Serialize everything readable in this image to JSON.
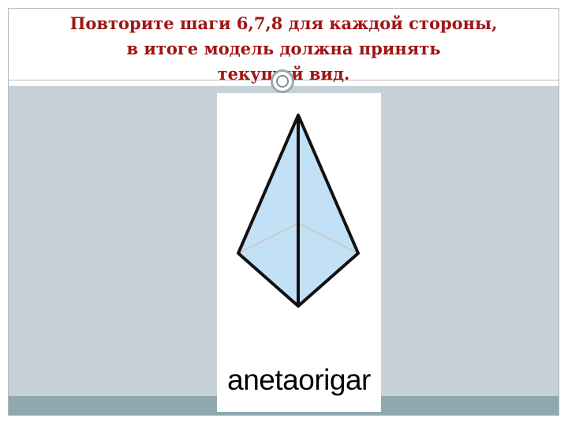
{
  "slide": {
    "title_lines": [
      "Повторите шаги 6,7,8 для каждой стороны,",
      "в итоге модель должна принять",
      "текущий вид."
    ]
  },
  "figure": {
    "caption": "anetaorigar",
    "fill_color": "#c3e1f6",
    "edge_color": "#111111",
    "hidden_edge_color": "#c9c9c9"
  },
  "theme": {
    "title_color": "#a01414",
    "panel_color": "#c6d1d8",
    "band_color": "#8fa8ae"
  }
}
